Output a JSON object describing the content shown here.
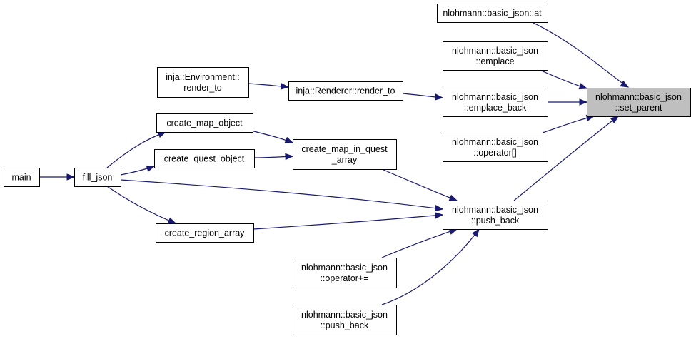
{
  "graph": {
    "nodes": [
      {
        "id": "set_parent",
        "lines": [
          "nlohmann::basic_json",
          "::set_parent"
        ],
        "focus": true
      },
      {
        "id": "at",
        "lines": [
          "nlohmann::basic_json::at"
        ]
      },
      {
        "id": "emplace",
        "lines": [
          "nlohmann::basic_json",
          "::emplace"
        ]
      },
      {
        "id": "emplace_back",
        "lines": [
          "nlohmann::basic_json",
          "::emplace_back"
        ]
      },
      {
        "id": "operator_idx",
        "lines": [
          "nlohmann::basic_json",
          "::operator[]"
        ]
      },
      {
        "id": "push_back_main",
        "lines": [
          "nlohmann::basic_json",
          "::push_back"
        ]
      },
      {
        "id": "renderer_render_to",
        "lines": [
          "inja::Renderer::render_to"
        ]
      },
      {
        "id": "env_render_to",
        "lines": [
          "inja::Environment::",
          "render_to"
        ]
      },
      {
        "id": "create_map_in_quest",
        "lines": [
          "create_map_in_quest",
          "_array"
        ]
      },
      {
        "id": "create_map_object",
        "lines": [
          "create_map_object"
        ]
      },
      {
        "id": "create_quest_object",
        "lines": [
          "create_quest_object"
        ]
      },
      {
        "id": "fill_json",
        "lines": [
          "fill_json"
        ]
      },
      {
        "id": "main",
        "lines": [
          "main"
        ]
      },
      {
        "id": "create_region_array",
        "lines": [
          "create_region_array"
        ]
      },
      {
        "id": "operator_plus_eq",
        "lines": [
          "nlohmann::basic_json",
          "::operator+="
        ]
      },
      {
        "id": "push_back_2",
        "lines": [
          "nlohmann::basic_json",
          "::push_back"
        ]
      }
    ],
    "edges": [
      {
        "from": "at",
        "to": "set_parent"
      },
      {
        "from": "emplace",
        "to": "set_parent"
      },
      {
        "from": "emplace_back",
        "to": "set_parent"
      },
      {
        "from": "operator_idx",
        "to": "set_parent"
      },
      {
        "from": "push_back_main",
        "to": "set_parent"
      },
      {
        "from": "renderer_render_to",
        "to": "emplace_back"
      },
      {
        "from": "env_render_to",
        "to": "renderer_render_to"
      },
      {
        "from": "create_map_in_quest",
        "to": "push_back_main"
      },
      {
        "from": "create_map_object",
        "to": "create_map_in_quest"
      },
      {
        "from": "create_quest_object",
        "to": "create_map_in_quest"
      },
      {
        "from": "fill_json",
        "to": "create_map_object"
      },
      {
        "from": "fill_json",
        "to": "create_quest_object"
      },
      {
        "from": "fill_json",
        "to": "create_region_array"
      },
      {
        "from": "fill_json",
        "to": "push_back_main"
      },
      {
        "from": "main",
        "to": "fill_json"
      },
      {
        "from": "create_region_array",
        "to": "push_back_main"
      },
      {
        "from": "operator_plus_eq",
        "to": "push_back_main"
      },
      {
        "from": "push_back_2",
        "to": "push_back_main"
      }
    ]
  }
}
